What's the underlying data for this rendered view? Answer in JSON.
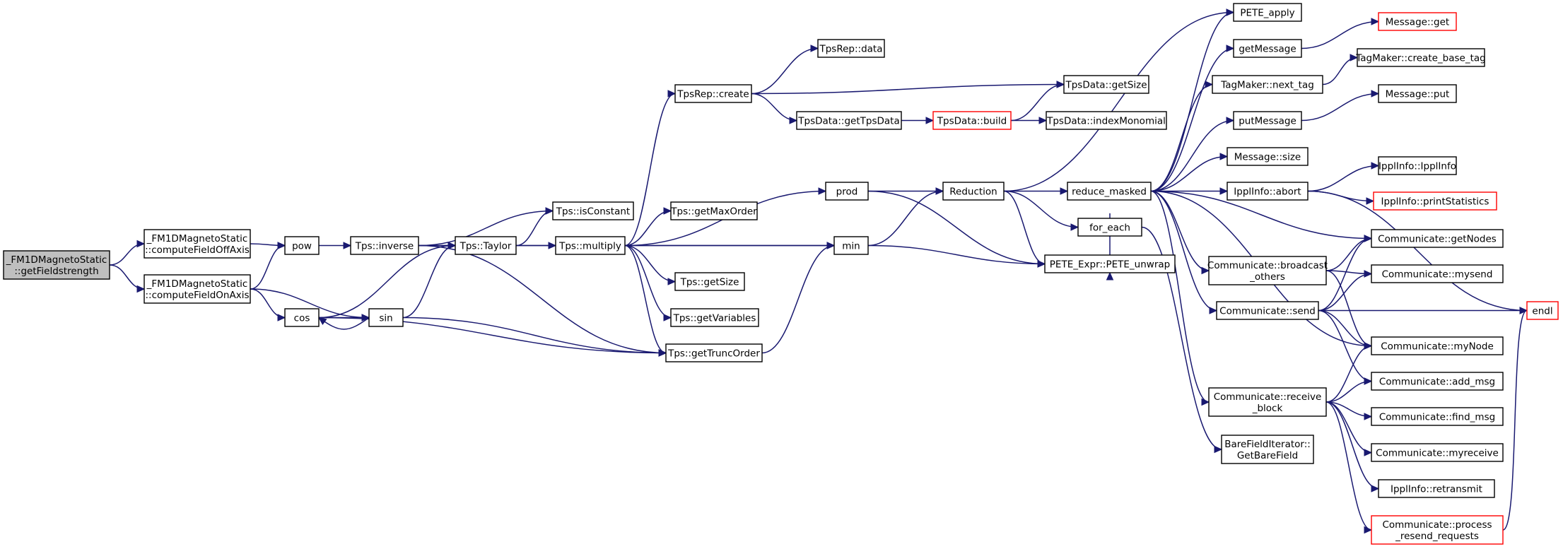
{
  "diagram": {
    "nodes": [
      {
        "id": "root",
        "lines": [
          "_FM1DMagnetoStatic",
          "::getFieldstrength"
        ],
        "style": "root"
      },
      {
        "id": "offaxis",
        "lines": [
          "_FM1DMagnetoStatic",
          "::computeFieldOffAxis"
        ]
      },
      {
        "id": "onaxis",
        "lines": [
          "_FM1DMagnetoStatic",
          "::computeFieldOnAxis"
        ]
      },
      {
        "id": "pow",
        "lines": [
          "pow"
        ]
      },
      {
        "id": "cos",
        "lines": [
          "cos"
        ]
      },
      {
        "id": "sin",
        "lines": [
          "sin"
        ]
      },
      {
        "id": "inverse",
        "lines": [
          "Tps::inverse"
        ]
      },
      {
        "id": "isconst",
        "lines": [
          "Tps::isConstant"
        ]
      },
      {
        "id": "taylor",
        "lines": [
          "Tps::Taylor"
        ]
      },
      {
        "id": "multiply",
        "lines": [
          "Tps::multiply"
        ]
      },
      {
        "id": "trunc",
        "lines": [
          "Tps::getTruncOrder"
        ]
      },
      {
        "id": "tpscreate",
        "lines": [
          "TpsRep::create"
        ]
      },
      {
        "id": "tpsdata",
        "lines": [
          "TpsRep::data"
        ]
      },
      {
        "id": "maxorder",
        "lines": [
          "Tps::getMaxOrder"
        ]
      },
      {
        "id": "tpsgetsize",
        "lines": [
          "Tps::getSize"
        ]
      },
      {
        "id": "getvars",
        "lines": [
          "Tps::getVariables"
        ]
      },
      {
        "id": "gettpsdata",
        "lines": [
          "TpsData::getTpsData"
        ]
      },
      {
        "id": "tdbuild",
        "lines": [
          "TpsData::build"
        ],
        "style": "red"
      },
      {
        "id": "tdgetsize",
        "lines": [
          "TpsData::getSize"
        ]
      },
      {
        "id": "tdindex",
        "lines": [
          "TpsData::indexMonomial"
        ]
      },
      {
        "id": "prod",
        "lines": [
          "prod"
        ]
      },
      {
        "id": "min",
        "lines": [
          "min"
        ]
      },
      {
        "id": "reduction",
        "lines": [
          "Reduction"
        ]
      },
      {
        "id": "unwrap",
        "lines": [
          "PETE_Expr::PETE_unwrap"
        ]
      },
      {
        "id": "foreach",
        "lines": [
          "for_each"
        ]
      },
      {
        "id": "reducemasked",
        "lines": [
          "reduce_masked"
        ]
      },
      {
        "id": "peteapply",
        "lines": [
          "PETE_apply"
        ]
      },
      {
        "id": "getmessage",
        "lines": [
          "getMessage"
        ]
      },
      {
        "id": "nexttag",
        "lines": [
          "TagMaker::next_tag"
        ]
      },
      {
        "id": "putmessage",
        "lines": [
          "putMessage"
        ]
      },
      {
        "id": "msgsize",
        "lines": [
          "Message::size"
        ]
      },
      {
        "id": "abort",
        "lines": [
          "IpplInfo::abort"
        ]
      },
      {
        "id": "bcast",
        "lines": [
          "Communicate::broadcast",
          "_others"
        ]
      },
      {
        "id": "send",
        "lines": [
          "Communicate::send"
        ]
      },
      {
        "id": "recvblock",
        "lines": [
          "Communicate::receive",
          "_block"
        ]
      },
      {
        "id": "barefield",
        "lines": [
          "BareFieldIterator::",
          "GetBareField"
        ]
      },
      {
        "id": "msgget",
        "lines": [
          "Message::get"
        ],
        "style": "red"
      },
      {
        "id": "basetag",
        "lines": [
          "TagMaker::create_base_tag"
        ]
      },
      {
        "id": "msgput",
        "lines": [
          "Message::put"
        ]
      },
      {
        "id": "ipplinfo",
        "lines": [
          "IpplInfo::IpplInfo"
        ]
      },
      {
        "id": "printstats",
        "lines": [
          "IpplInfo::printStatistics"
        ],
        "style": "red"
      },
      {
        "id": "getnodes",
        "lines": [
          "Communicate::getNodes"
        ]
      },
      {
        "id": "mysend",
        "lines": [
          "Communicate::mysend"
        ]
      },
      {
        "id": "mynode",
        "lines": [
          "Communicate::myNode"
        ]
      },
      {
        "id": "addmsg",
        "lines": [
          "Communicate::add_msg"
        ]
      },
      {
        "id": "findmsg",
        "lines": [
          "Communicate::find_msg"
        ]
      },
      {
        "id": "myreceive",
        "lines": [
          "Communicate::myreceive"
        ]
      },
      {
        "id": "retransmit",
        "lines": [
          "IpplInfo::retransmit"
        ]
      },
      {
        "id": "resend",
        "lines": [
          "Communicate::process",
          "_resend_requests"
        ],
        "style": "red"
      },
      {
        "id": "endl",
        "lines": [
          "endl"
        ],
        "style": "red"
      }
    ],
    "edges": [
      [
        "root",
        "offaxis"
      ],
      [
        "root",
        "onaxis"
      ],
      [
        "offaxis",
        "pow"
      ],
      [
        "onaxis",
        "pow"
      ],
      [
        "onaxis",
        "cos"
      ],
      [
        "onaxis",
        "sin"
      ],
      [
        "pow",
        "inverse"
      ],
      [
        "inverse",
        "isconst"
      ],
      [
        "inverse",
        "taylor"
      ],
      [
        "inverse",
        "min"
      ],
      [
        "inverse",
        "trunc"
      ],
      [
        "cos",
        "sin"
      ],
      [
        "cos",
        "taylor"
      ],
      [
        "cos",
        "trunc"
      ],
      [
        "sin",
        "cos"
      ],
      [
        "sin",
        "taylor"
      ],
      [
        "sin",
        "trunc"
      ],
      [
        "taylor",
        "isconst"
      ],
      [
        "taylor",
        "multiply"
      ],
      [
        "multiply",
        "tpscreate"
      ],
      [
        "multiply",
        "prod"
      ],
      [
        "multiply",
        "maxorder"
      ],
      [
        "multiply",
        "min"
      ],
      [
        "multiply",
        "tpsgetsize"
      ],
      [
        "multiply",
        "getvars"
      ],
      [
        "multiply",
        "trunc"
      ],
      [
        "trunc",
        "min"
      ],
      [
        "tpscreate",
        "tpsdata"
      ],
      [
        "tpscreate",
        "tdgetsize"
      ],
      [
        "tpscreate",
        "gettpsdata"
      ],
      [
        "gettpsdata",
        "tdbuild"
      ],
      [
        "tdbuild",
        "tdgetsize"
      ],
      [
        "tdbuild",
        "tdindex"
      ],
      [
        "prod",
        "reduction"
      ],
      [
        "prod",
        "unwrap"
      ],
      [
        "min",
        "reduction"
      ],
      [
        "min",
        "unwrap"
      ],
      [
        "reduction",
        "peteapply"
      ],
      [
        "reduction",
        "reducemasked"
      ],
      [
        "reduction",
        "foreach"
      ],
      [
        "reduction",
        "unwrap"
      ],
      [
        "foreach",
        "unwrap"
      ],
      [
        "foreach",
        "barefield"
      ],
      [
        "reducemasked",
        "peteapply"
      ],
      [
        "reducemasked",
        "getmessage"
      ],
      [
        "reducemasked",
        "nexttag"
      ],
      [
        "reducemasked",
        "putmessage"
      ],
      [
        "reducemasked",
        "msgsize"
      ],
      [
        "reducemasked",
        "abort"
      ],
      [
        "reducemasked",
        "getnodes"
      ],
      [
        "reducemasked",
        "bcast"
      ],
      [
        "reducemasked",
        "send"
      ],
      [
        "reducemasked",
        "mynode"
      ],
      [
        "reducemasked",
        "recvblock"
      ],
      [
        "getmessage",
        "msgget"
      ],
      [
        "nexttag",
        "basetag"
      ],
      [
        "putmessage",
        "msgput"
      ],
      [
        "abort",
        "ipplinfo"
      ],
      [
        "abort",
        "printstats"
      ],
      [
        "abort",
        "endl"
      ],
      [
        "bcast",
        "getnodes"
      ],
      [
        "bcast",
        "mysend"
      ],
      [
        "bcast",
        "mynode"
      ],
      [
        "send",
        "getnodes"
      ],
      [
        "send",
        "mysend"
      ],
      [
        "send",
        "endl"
      ],
      [
        "send",
        "mynode"
      ],
      [
        "send",
        "addmsg"
      ],
      [
        "recvblock",
        "mynode"
      ],
      [
        "recvblock",
        "addmsg"
      ],
      [
        "recvblock",
        "findmsg"
      ],
      [
        "recvblock",
        "myreceive"
      ],
      [
        "recvblock",
        "retransmit"
      ],
      [
        "recvblock",
        "resend"
      ],
      [
        "resend",
        "endl"
      ]
    ]
  }
}
